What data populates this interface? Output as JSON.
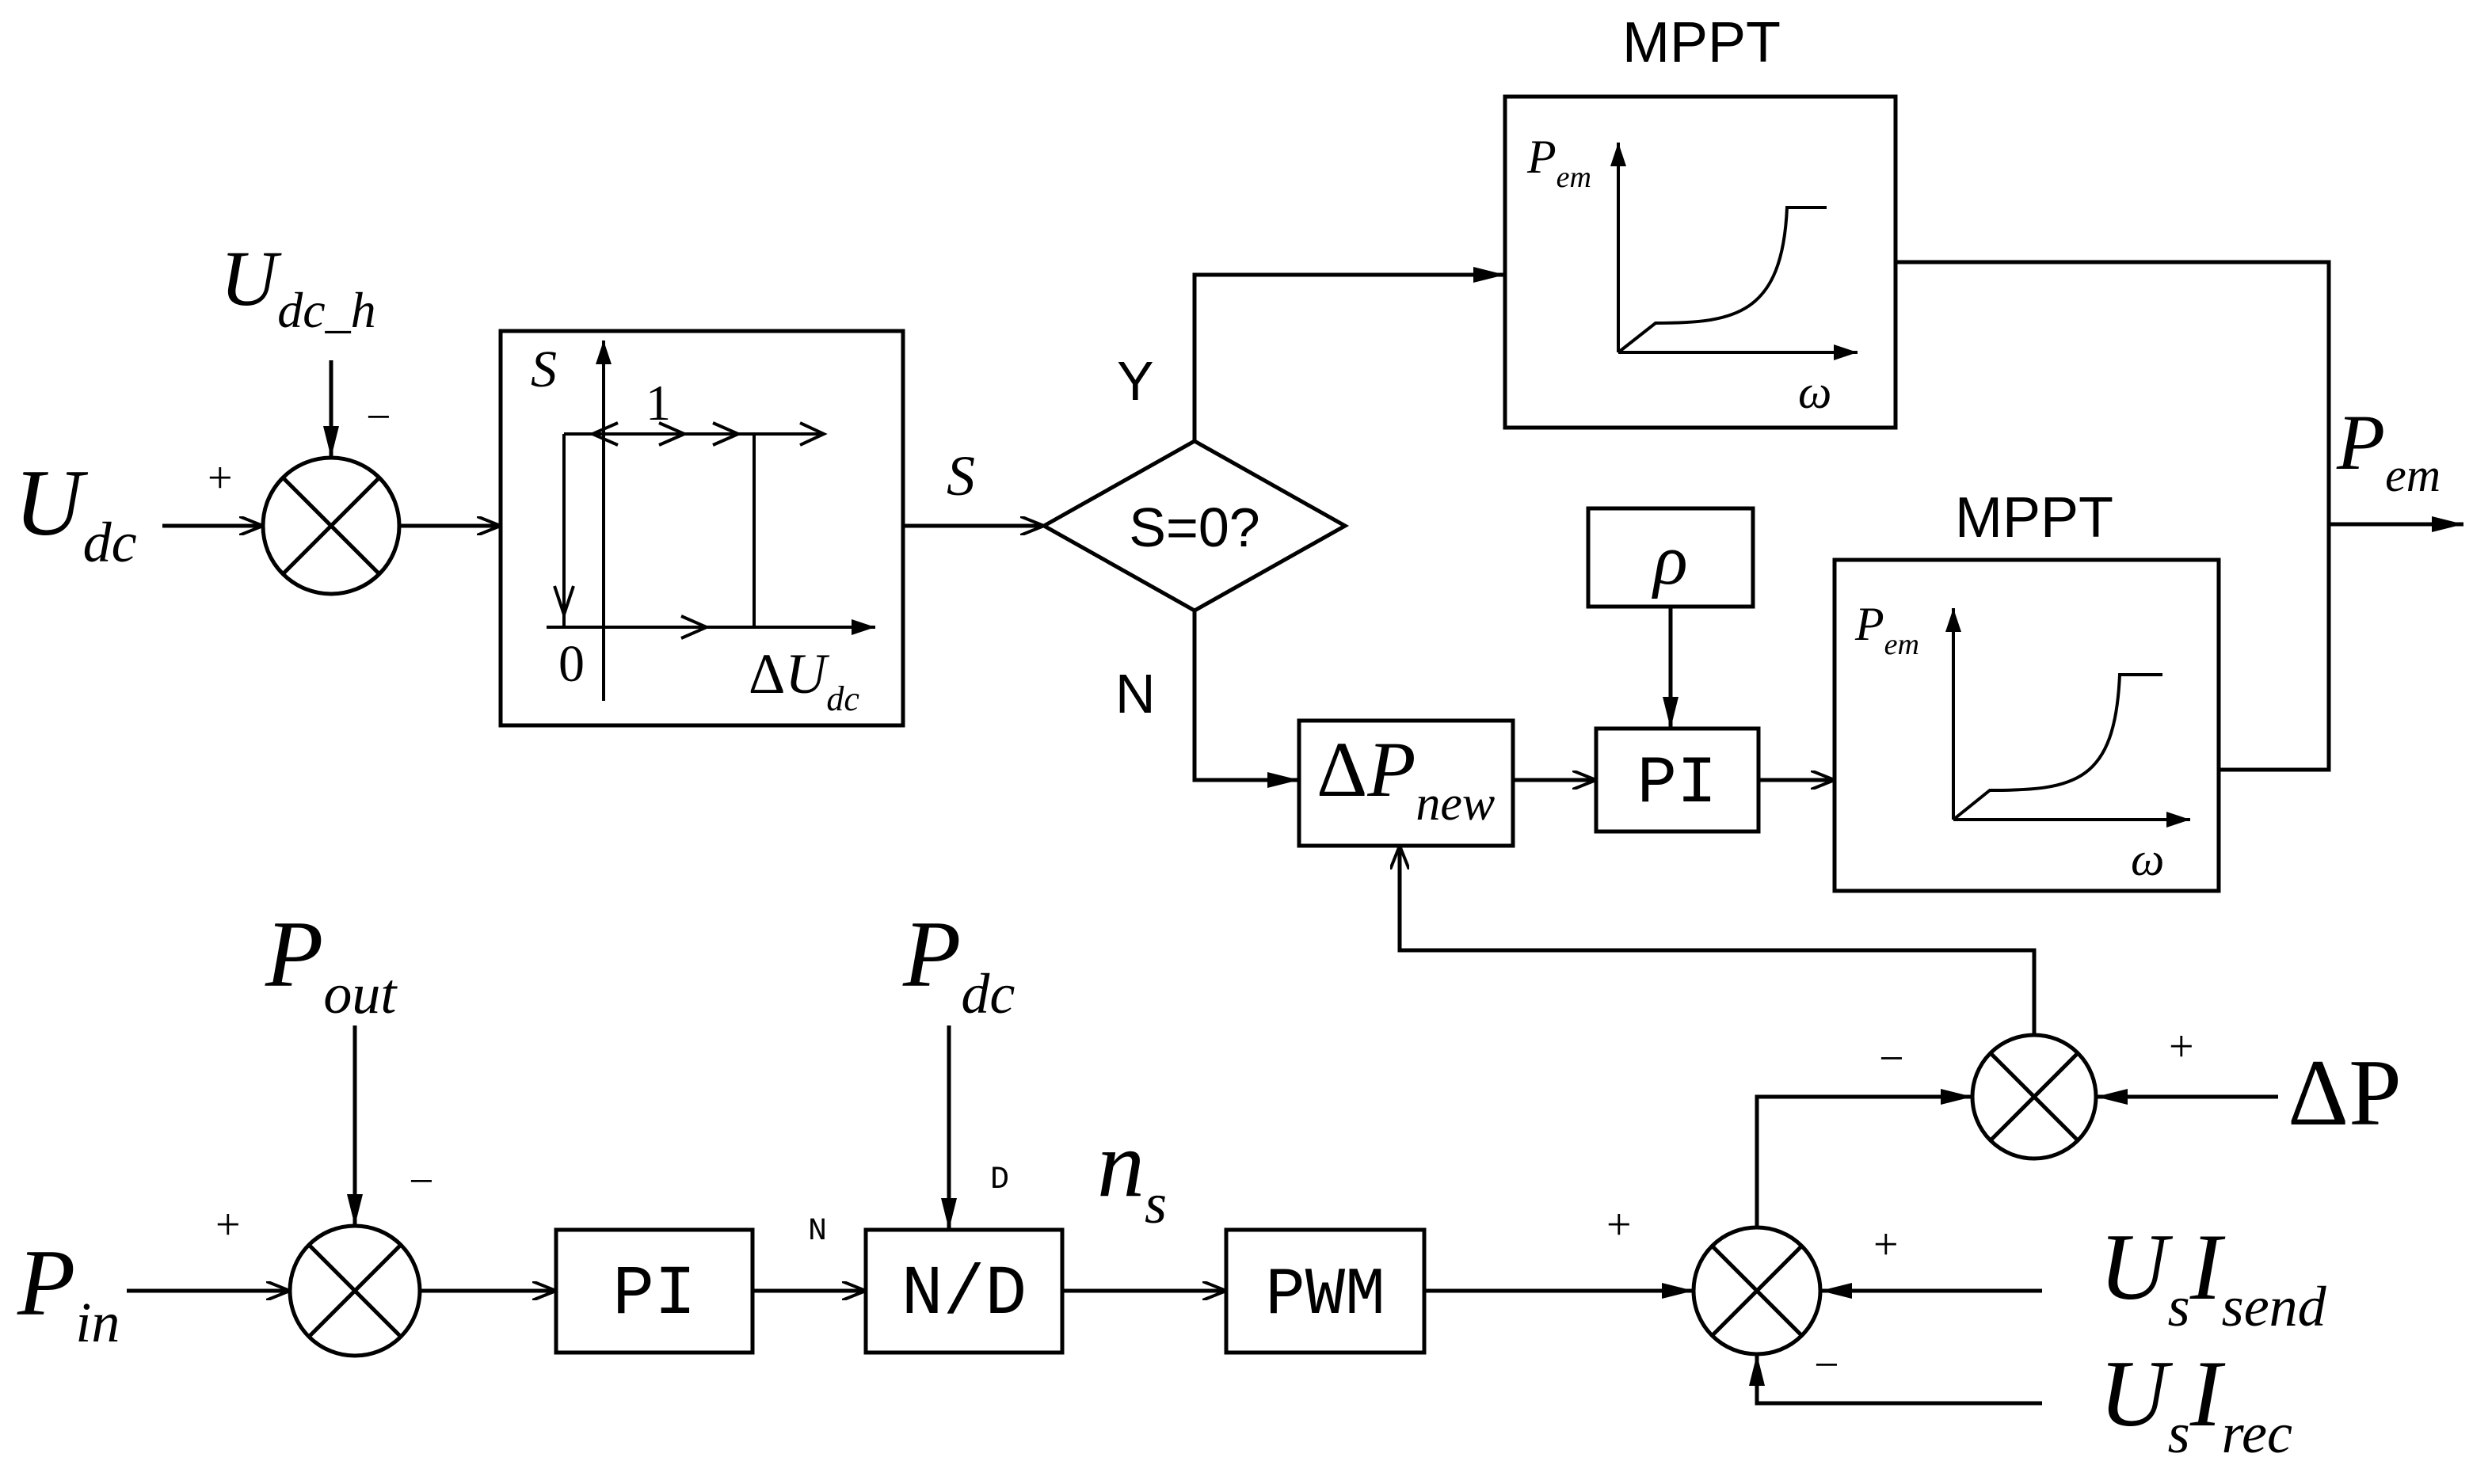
{
  "signals": {
    "udc_h": {
      "main": "U",
      "sub": "dc_h"
    },
    "udc": {
      "main": "U",
      "sub": "dc"
    },
    "s_out": "S",
    "pem_out": {
      "main": "P",
      "sub": "em"
    },
    "rho": "ρ",
    "pout": {
      "main": "P",
      "sub": "out"
    },
    "pdc": {
      "main": "P",
      "sub": "dc"
    },
    "pin": {
      "main": "P",
      "sub": "in"
    },
    "ns": {
      "main": "n",
      "sub": "s"
    },
    "delta_p": "ΔP",
    "us_isend": {
      "main1": "U",
      "sub1": "s",
      "main2": "I",
      "sub2": "send"
    },
    "us_irec": {
      "main1": "U",
      "sub1": "s",
      "main2": "I",
      "sub2": "rec"
    }
  },
  "signs": {
    "sum1_plus": "+",
    "sum1_minus": "−",
    "sum2_plus": "+",
    "sum2_minus": "−",
    "sum3_plus1": "+",
    "sum3_plus2": "+",
    "sum3_minus": "−",
    "sum4_plus": "+",
    "sum4_minus": "−"
  },
  "hysteresis": {
    "s_axis": "S",
    "level_one": "1",
    "origin": "0",
    "x_axis": {
      "prefix": "Δ",
      "main": "U",
      "sub": "dc"
    }
  },
  "decision": {
    "label": "S=0?",
    "yes": "Y",
    "no": "N"
  },
  "mppt_top": {
    "title": "MPPT",
    "y_axis": {
      "main": "P",
      "sub": "em"
    },
    "x_axis": "ω"
  },
  "mppt_bottom": {
    "title": "MPPT",
    "y_axis": {
      "main": "P",
      "sub": "em"
    },
    "x_axis": "ω"
  },
  "delta_p_new": {
    "prefix": "Δ",
    "main": "P",
    "sub": "new"
  },
  "blocks": {
    "pi_top": "PI",
    "pi_bottom": "PI",
    "nd": "N/D",
    "pwm": "PWM"
  },
  "nd_ports": {
    "numerator": "N",
    "denominator": "D"
  }
}
